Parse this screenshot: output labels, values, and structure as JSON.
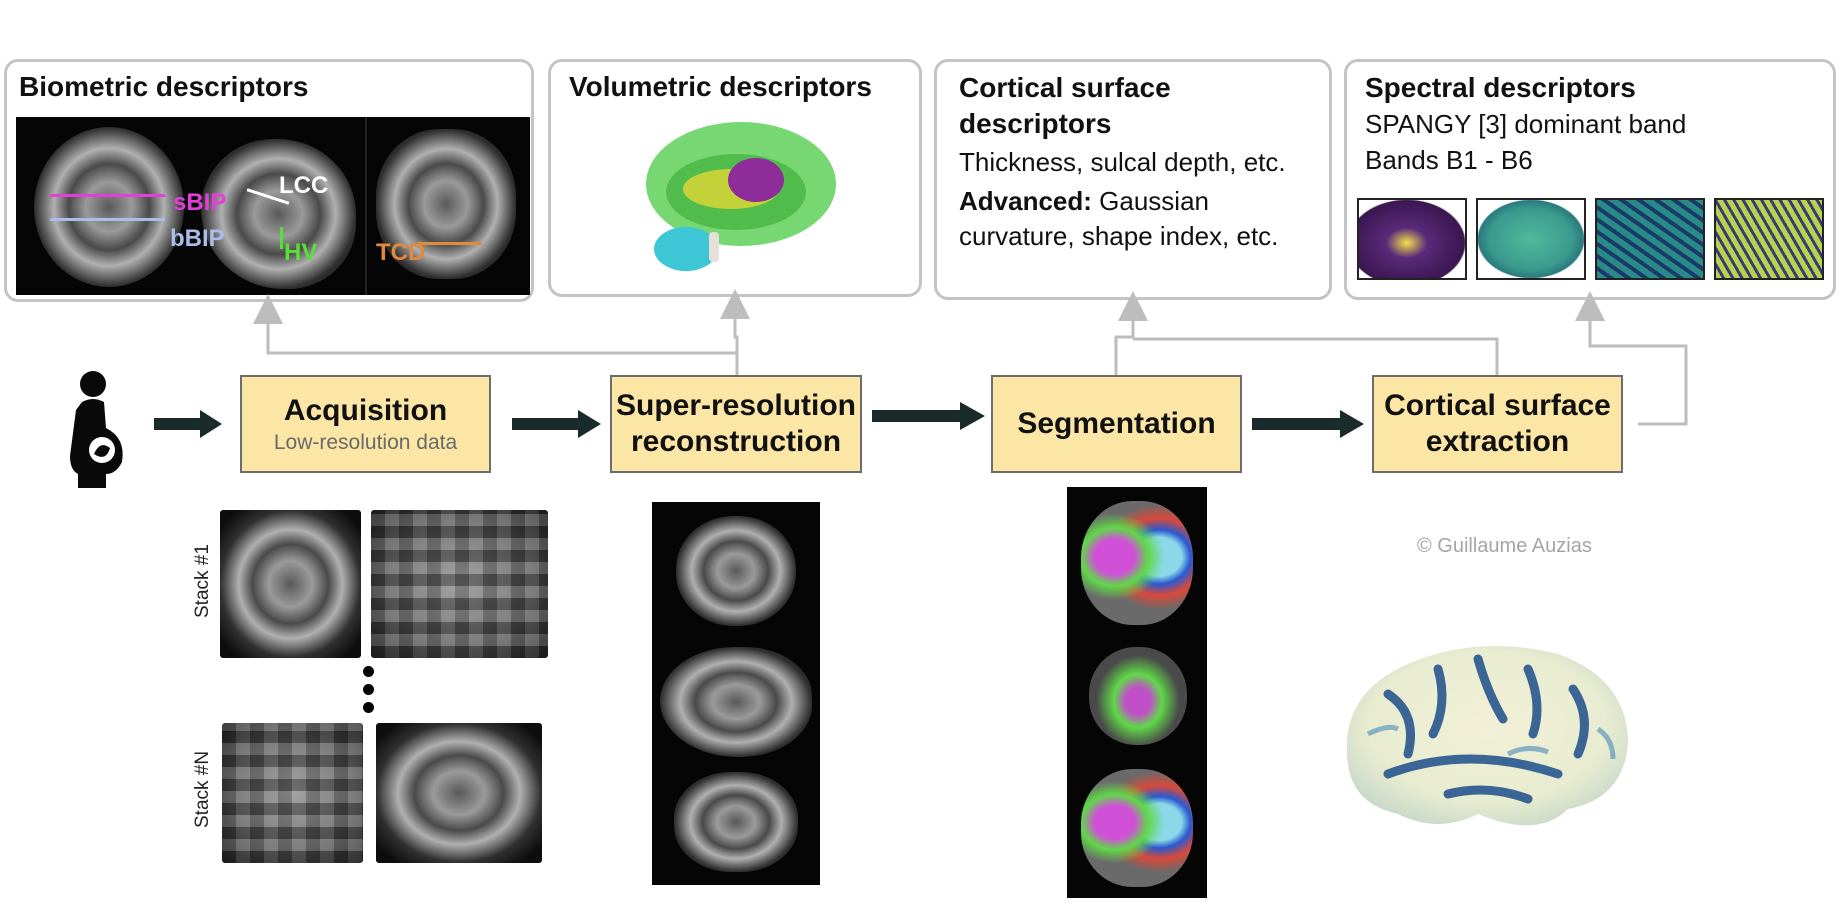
{
  "descriptors": {
    "biometric": {
      "title": "Biometric descriptors",
      "labels": {
        "sbip": "sBIP",
        "bbip": "bBIP",
        "lcc": "LCC",
        "hv": "HV",
        "tcd": "TCD"
      }
    },
    "volumetric": {
      "title": "Volumetric descriptors"
    },
    "cortical": {
      "title_line1": "Cortical surface",
      "title_line2": "descriptors",
      "line1": "Thickness, sulcal depth, etc.",
      "advanced_label": "Advanced:",
      "advanced_rest": "Gaussian",
      "line3": "curvature, shape index, etc."
    },
    "spectral": {
      "title": "Spectral descriptors",
      "line1": "SPANGY [3] dominant band",
      "line2": "Bands B1 - B6"
    }
  },
  "steps": {
    "acquisition": {
      "title": "Acquisition",
      "subtitle": "Low-resolution data"
    },
    "superres": {
      "title_line1": "Super-resolution",
      "title_line2": "reconstruction"
    },
    "segmentation": {
      "title": "Segmentation"
    },
    "extraction": {
      "title_line1": "Cortical surface",
      "title_line2": "extraction"
    }
  },
  "stacks": {
    "first": "Stack #1",
    "last": "Stack #N"
  },
  "copyright": "© Guillaume Auzias",
  "colors": {
    "step_fill": "#fbe6a6",
    "sbip": "#e040d8",
    "bbip": "#a8bde8",
    "lcc": "#ffffff",
    "hv": "#58e038",
    "tcd": "#e08a3c",
    "connector": "#bdbdbd",
    "flow_arrow": "#1b2a2a"
  },
  "icons": [
    "pregnant-person-icon"
  ]
}
